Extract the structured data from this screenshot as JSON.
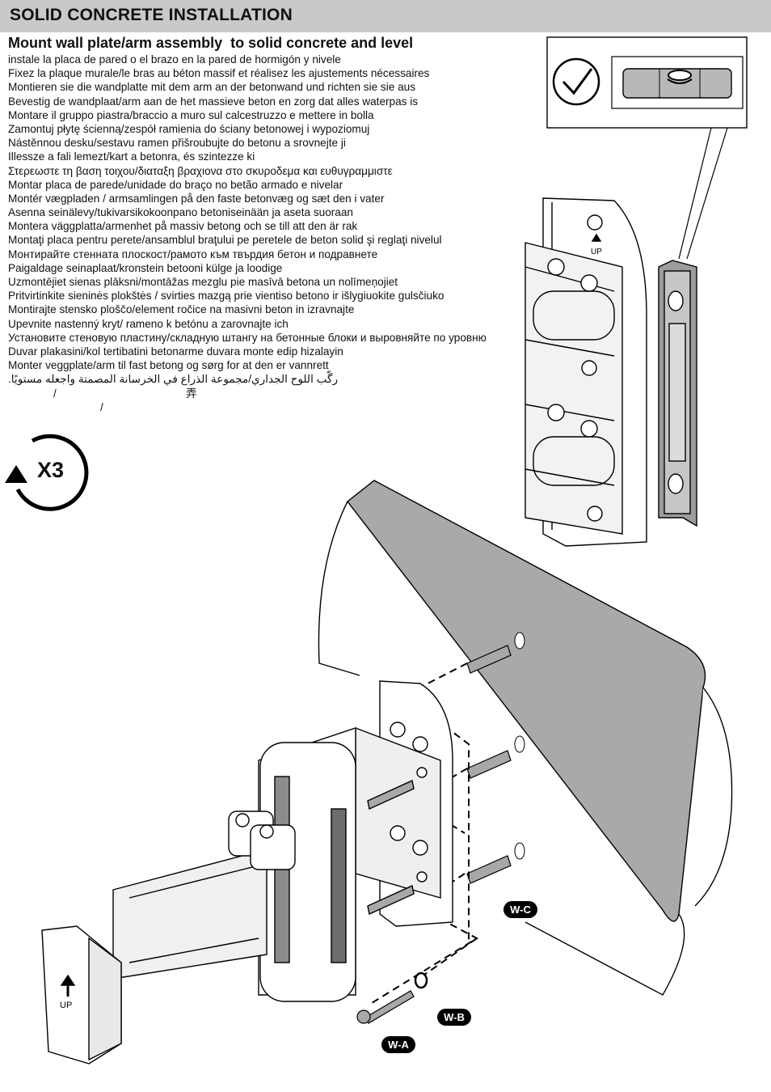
{
  "header": {
    "title": "SOLID CONCRETE INSTALLATION"
  },
  "instruction": {
    "title": "Mount wall plate/arm assembly  to solid concrete and level",
    "lines": [
      "instale la placa de pared o el brazo en la pared de hormigón y nivele",
      "Fixez la plaque murale/le bras au béton massif et réalisez les ajustements nécessaires",
      "Montieren sie die wandplatte mit dem arm an der betonwand und richten sie sie aus",
      "Bevestig de wandplaat/arm aan de het massieve beton en zorg dat alles waterpas is",
      "Montare il gruppo piastra/braccio a muro sul calcestruzzo e mettere in bolla",
      "Zamontuj płytę ścienną/zespół ramienia do ściany betonowej i wypoziomuj",
      "Nástěnnou desku/sestavu ramen přišroubujte  do betonu a srovnejte ji",
      "Illessze a fali lemezt/kart a betonra, és szintezze ki",
      "Στερεωστε τη βαση τοιχου/διαταξη βραχιονα στο σκυροδεμα και  ευθυγραμμιστε",
      "Montar placa de parede/unidade do braço no betão armado e nivelar",
      "Montér vægpladen / armsamlingen på den faste betonvæg og sæt den i vater",
      "Asenna seinälevy/tukivarsikokoonpano betoniseinään ja aseta suoraan",
      "Montera väggplatta/armenhet på massiv betong och se till att den är rak",
      "Montaţi placa pentru perete/ansamblul braţului pe peretele de beton solid şi reglaţi nivelul",
      "Монтирайте стенната плоскост/рамото към твърдия бетон и подравнете",
      "Paigaldage seinaplaat/kronstein betooni külge ja loodige",
      "Uzmontējiet sienas plāksni/montāžas mezglu pie masīvā betona un nolīmeņojiet",
      "Pritvirtinkite sieninės plokštės / svirties mazgą prie vientiso betono ir išlygiuokite gulsčiuko",
      "Montirajte stensko ploščo/element ročice na masivni beton in izravnajte",
      "Upevnite nastenný kryt/ rameno k betónu a zarovnajte ich",
      "Установите стеновую пластину/складную штангу на бетонные блоки и выровняйте по уровню",
      "Duvar plakasini/kol tertibatini betonarme duvara monte edip hizalayin",
      "Monter veggplate/arm til fast betong og sørg for at den er vannrett",
      "رگّب اللوح الجداري/مجموعة الذراع في الخرسانة المصمتة واجعله مستويًا.",
      "/",
      "/"
    ],
    "cjk_glyph": "弄"
  },
  "repeat": {
    "label": "X3"
  },
  "parts": {
    "wa": "W-A",
    "wb": "W-B",
    "wc": "W-C"
  },
  "level_callout": {
    "status": "level-ok",
    "check_icon": "check-circle-icon"
  },
  "icons": {
    "repeat": "rotate-arrow-icon",
    "up": "up-arrow-icon"
  },
  "colors": {
    "header_bg": "#c9c9c9",
    "concrete": "#a9a9a9",
    "ink": "#000000"
  }
}
